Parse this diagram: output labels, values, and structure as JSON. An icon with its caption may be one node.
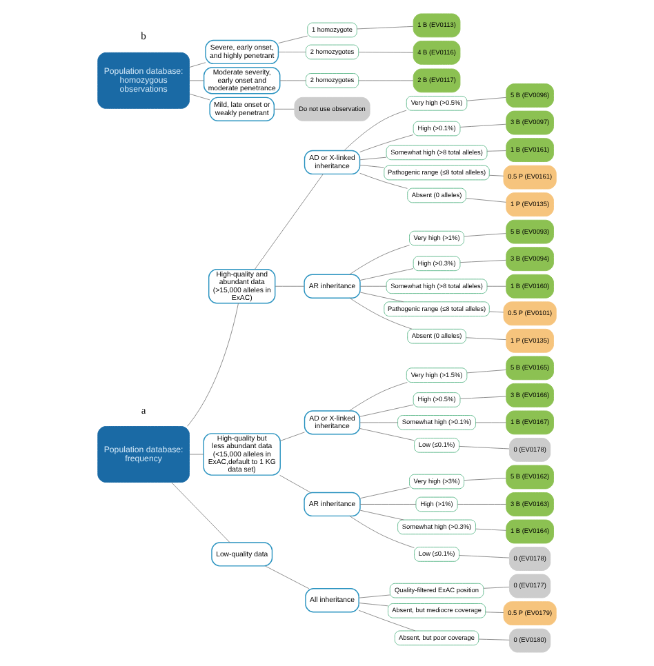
{
  "diagram": {
    "nodes": [
      {
        "text": [
          "Population database: frequency"
        ]
      },
      {
        "text": [
          "High-quality and abundant data",
          "(>15,000 alleles in ExAC)"
        ]
      },
      {
        "text": [
          "AD or X-linked inheritance"
        ]
      },
      {
        "text": [
          "Very high (>0.5%)"
        ]
      },
      {
        "text": [
          "5 B (EV0096)"
        ]
      },
      {
        "text": [
          "High (>0.1%)"
        ]
      },
      {
        "text": [
          "3 B (EV0097)"
        ]
      },
      {
        "text": [
          "Somewhat high (>8 total alleles)"
        ]
      },
      {
        "text": [
          "1 B (EV0161)"
        ]
      },
      {
        "text": [
          "Pathogenic range (≤8 total alleles)"
        ]
      },
      {
        "text": [
          "0.5 P (EV0161)"
        ]
      },
      {
        "text": [
          "Absent (0 alleles)"
        ]
      },
      {
        "text": [
          "1 P (EV0135)"
        ]
      },
      {
        "text": [
          "AR inheritance"
        ]
      },
      {
        "text": [
          "Very high (>1%)"
        ]
      },
      {
        "text": [
          "5 B (EV0093)"
        ]
      },
      {
        "text": [
          "High (>0.3%)"
        ]
      },
      {
        "text": [
          "3 B (EV0094)"
        ]
      },
      {
        "text": [
          "Somewhat high (>8 total alleles)"
        ]
      },
      {
        "text": [
          "1 B (EV0160)"
        ]
      },
      {
        "text": [
          "Pathogenic range (≤8 total alleles)"
        ]
      },
      {
        "text": [
          "0.5 P (EV0101)"
        ]
      },
      {
        "text": [
          "Absent (0 alleles)"
        ]
      },
      {
        "text": [
          "1 P (EV0135)"
        ]
      },
      {
        "text": [
          "High-quality but less abundant data",
          "(<15,000 alleles in ExAC,default to 1 KG data set)"
        ]
      },
      {
        "text": [
          "AD or X-linked inheritance"
        ]
      },
      {
        "text": [
          "Very high (>1.5%)"
        ]
      },
      {
        "text": [
          "5 B (EV0165)"
        ]
      },
      {
        "text": [
          "High (>0.5%)"
        ]
      },
      {
        "text": [
          "3 B (EV0166)"
        ]
      },
      {
        "text": [
          "Somewhat high (>0.1%)"
        ]
      },
      {
        "text": [
          "1 B (EV0167)"
        ]
      },
      {
        "text": [
          "Low (≤0.1%)"
        ]
      },
      {
        "text": [
          "0 (EV0178)"
        ]
      },
      {
        "text": [
          "AR inheritance"
        ]
      },
      {
        "text": [
          "Very high (>3%)"
        ]
      },
      {
        "text": [
          "5 B (EV0162)"
        ]
      },
      {
        "text": [
          "High (>1%)"
        ]
      },
      {
        "text": [
          "3 B (EV0163)"
        ]
      },
      {
        "text": [
          "Somewhat high (>0.3%)"
        ]
      },
      {
        "text": [
          "1 B (EV0164)"
        ]
      },
      {
        "text": [
          "Low (≤0.1%)"
        ]
      },
      {
        "text": [
          "0 (EV0178)"
        ]
      },
      {
        "text": [
          "Low-quality data"
        ]
      },
      {
        "text": [
          "All inheritance"
        ]
      },
      {
        "text": [
          "Quality-filtered ExAC position"
        ]
      },
      {
        "text": [
          "0 (EV0177)"
        ]
      },
      {
        "text": [
          "Absent, but mediocre coverage"
        ]
      },
      {
        "text": [
          "0.5 P (EV0179)"
        ]
      },
      {
        "text": [
          "Absent, but poor coverage"
        ]
      },
      {
        "text": [
          "0 (EV0180)"
        ]
      },
      {
        "text": [
          "Population database: homozygous observations"
        ]
      },
      {
        "text": [
          "Severe, early onset, and highly penetrant"
        ]
      },
      {
        "text": [
          "1 homozygote"
        ]
      },
      {
        "text": [
          "1 B (EV0113)"
        ]
      },
      {
        "text": [
          "2 homozygotes"
        ]
      },
      {
        "text": [
          "4 B (EV0116)"
        ]
      },
      {
        "text": [
          "Moderate severity, early onset and moderate penetrance"
        ]
      },
      {
        "text": [
          "2 homozygotes"
        ]
      },
      {
        "text": [
          "2 B (EV0117)"
        ]
      },
      {
        "text": [
          "Mild, late onset or weakly penetrant"
        ]
      },
      {
        "text": [
          "Do not use observation"
        ]
      }
    ],
    "edges": [
      {
        "from": 0,
        "to": 1,
        "arrow": "none"
      },
      {
        "from": 1,
        "to": 2,
        "arrow": "none"
      },
      {
        "from": 2,
        "to": 3,
        "arrow": "none"
      },
      {
        "from": 3,
        "to": 4,
        "arrow": "none"
      },
      {
        "from": 2,
        "to": 5,
        "arrow": "none"
      },
      {
        "from": 5,
        "to": 6,
        "arrow": "none"
      },
      {
        "from": 2,
        "to": 7,
        "arrow": "none"
      },
      {
        "from": 7,
        "to": 8,
        "arrow": "none"
      },
      {
        "from": 2,
        "to": 9,
        "arrow": "none"
      },
      {
        "from": 9,
        "to": 10,
        "arrow": "none"
      },
      {
        "from": 2,
        "to": 11,
        "arrow": "none"
      },
      {
        "from": 11,
        "to": 12,
        "arrow": "none"
      },
      {
        "from": 1,
        "to": 13,
        "arrow": "none"
      },
      {
        "from": 13,
        "to": 14,
        "arrow": "none"
      },
      {
        "from": 14,
        "to": 15,
        "arrow": "none"
      },
      {
        "from": 13,
        "to": 16,
        "arrow": "none"
      },
      {
        "from": 16,
        "to": 17,
        "arrow": "none"
      },
      {
        "from": 13,
        "to": 18,
        "arrow": "none"
      },
      {
        "from": 18,
        "to": 19,
        "arrow": "none"
      },
      {
        "from": 13,
        "to": 20,
        "arrow": "none"
      },
      {
        "from": 20,
        "to": 21,
        "arrow": "none"
      },
      {
        "from": 13,
        "to": 22,
        "arrow": "none"
      },
      {
        "from": 22,
        "to": 23,
        "arrow": "none"
      },
      {
        "from": 0,
        "to": 24,
        "arrow": "none"
      },
      {
        "from": 24,
        "to": 25,
        "arrow": "none"
      },
      {
        "from": 25,
        "to": 26,
        "arrow": "none"
      },
      {
        "from": 26,
        "to": 27,
        "arrow": "none"
      },
      {
        "from": 25,
        "to": 28,
        "arrow": "none"
      },
      {
        "from": 28,
        "to": 29,
        "arrow": "none"
      },
      {
        "from": 25,
        "to": 30,
        "arrow": "none"
      },
      {
        "from": 30,
        "to": 31,
        "arrow": "none"
      },
      {
        "from": 25,
        "to": 32,
        "arrow": "none"
      },
      {
        "from": 32,
        "to": 33,
        "arrow": "none"
      },
      {
        "from": 24,
        "to": 34,
        "arrow": "none"
      },
      {
        "from": 34,
        "to": 35,
        "arrow": "none"
      },
      {
        "from": 35,
        "to": 36,
        "arrow": "none"
      },
      {
        "from": 34,
        "to": 37,
        "arrow": "none"
      },
      {
        "from": 37,
        "to": 38,
        "arrow": "none"
      },
      {
        "from": 34,
        "to": 39,
        "arrow": "none"
      },
      {
        "from": 39,
        "to": 40,
        "arrow": "none"
      },
      {
        "from": 34,
        "to": 41,
        "arrow": "none"
      },
      {
        "from": 41,
        "to": 42,
        "arrow": "none"
      },
      {
        "from": 0,
        "to": 43,
        "arrow": "none"
      },
      {
        "from": 43,
        "to": 44,
        "arrow": "none"
      },
      {
        "from": 44,
        "to": 45,
        "arrow": "none"
      },
      {
        "from": 45,
        "to": 46,
        "arrow": "none"
      },
      {
        "from": 44,
        "to": 47,
        "arrow": "none"
      },
      {
        "from": 47,
        "to": 48,
        "arrow": "none"
      },
      {
        "from": 44,
        "to": 49,
        "arrow": "none"
      },
      {
        "from": 49,
        "to": 50,
        "arrow": "none"
      },
      {
        "from": 51,
        "to": 52,
        "arrow": "none"
      },
      {
        "from": 52,
        "to": 53,
        "arrow": "none"
      },
      {
        "from": 53,
        "to": 54,
        "arrow": "none"
      },
      {
        "from": 52,
        "to": 55,
        "arrow": "none"
      },
      {
        "from": 55,
        "to": 56,
        "arrow": "none"
      },
      {
        "from": 51,
        "to": 57,
        "arrow": "none"
      },
      {
        "from": 57,
        "to": 58,
        "arrow": "none"
      },
      {
        "from": 58,
        "to": 59,
        "arrow": "none"
      },
      {
        "from": 51,
        "to": 60,
        "arrow": "none"
      },
      {
        "from": 60,
        "to": 61,
        "arrow": "none"
      }
    ],
    "labels": [
      "a",
      "b"
    ]
  }
}
